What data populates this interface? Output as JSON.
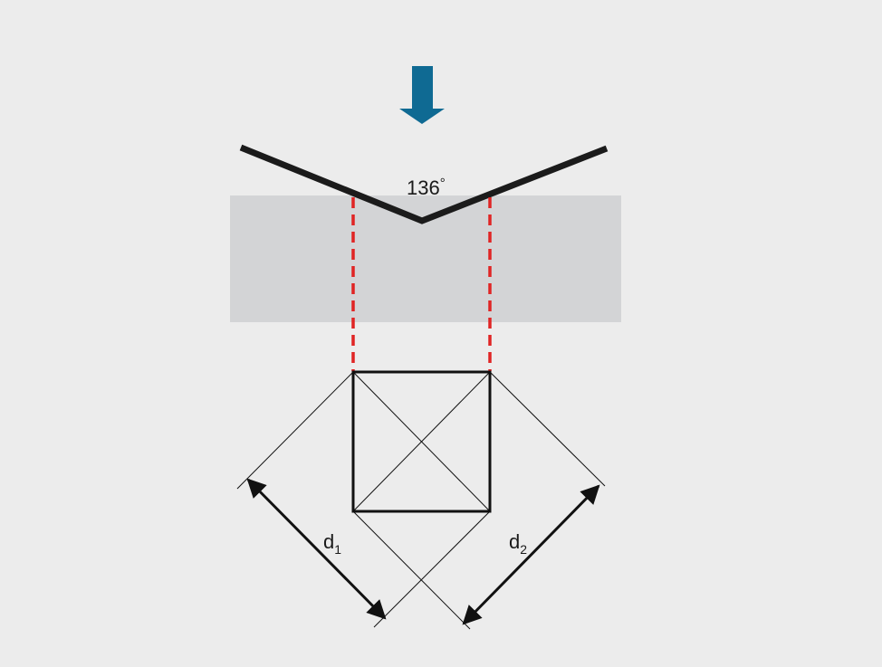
{
  "diagram": {
    "angle_label": "136",
    "angle_unit": "°",
    "d1": {
      "main": "d",
      "sub": "1"
    },
    "d2": {
      "main": "d",
      "sub": "2"
    }
  },
  "colors": {
    "background": "#ececec",
    "arrow": "#0f6a93",
    "specimen": "#d3d4d6",
    "indenter": "#1b1b1b",
    "projection_lines": "#e02424",
    "square": "#111111"
  },
  "icons": {
    "load_arrow": "down-arrow-icon"
  }
}
